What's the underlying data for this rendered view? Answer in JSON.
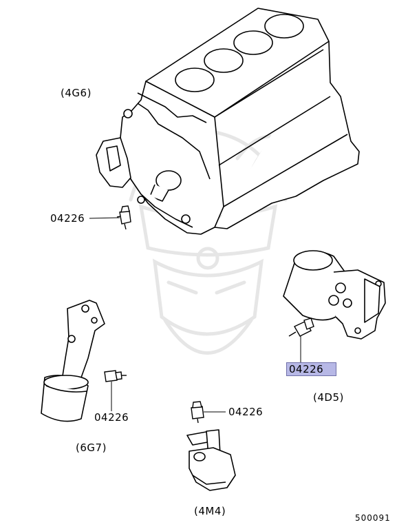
{
  "colors": {
    "line": "#000000",
    "watermark": "#e6e6e6",
    "highlight_fill": "#b7b8e6",
    "highlight_border": "#6f6fa8"
  },
  "callouts": {
    "engine_4g6": "(4G6)",
    "engine_4d5": "(4D5)",
    "engine_6g7": "(6G7)",
    "engine_4m4": "(4M4)"
  },
  "parts": {
    "p1": "04226",
    "p2": "04226",
    "p3": "04226",
    "p4": "04226"
  },
  "figure_ref": "500091"
}
